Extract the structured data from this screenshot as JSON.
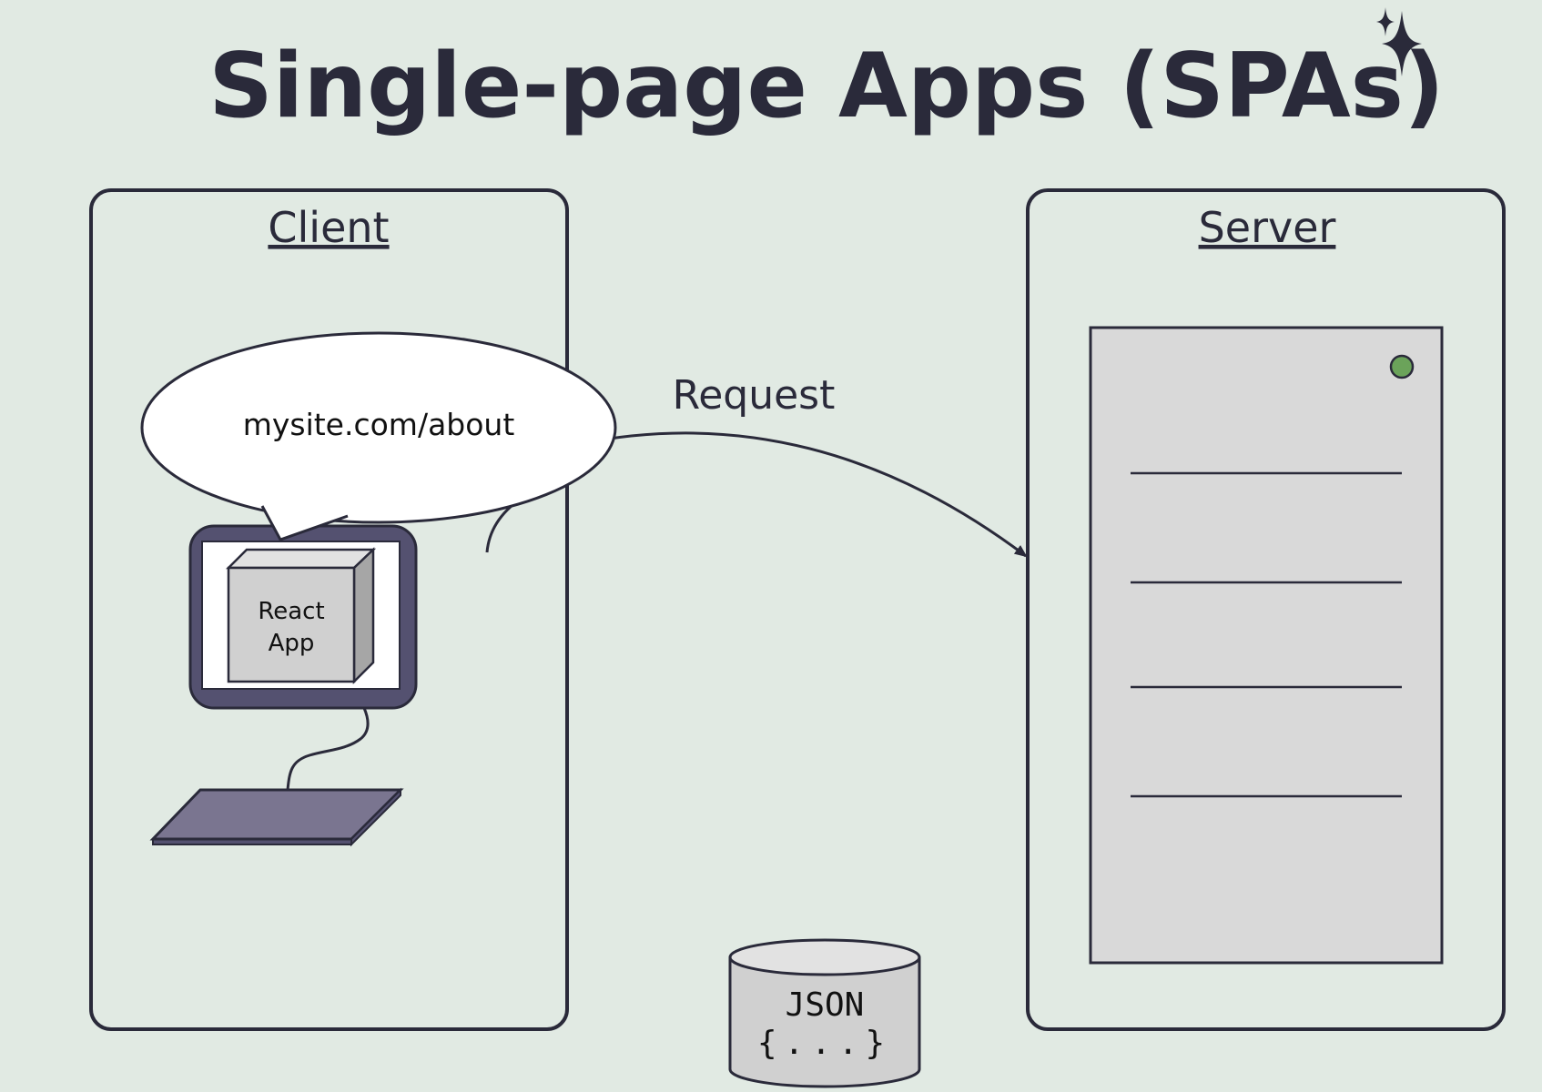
{
  "title": "Single-page Apps (SPAs)",
  "client": {
    "label": "Client",
    "url_bubble": "mysite.com/about",
    "app_line1": "React",
    "app_line2": "App"
  },
  "arrow": {
    "label": "Request"
  },
  "server": {
    "label": "Server",
    "status_light_color": "#6ba35a"
  },
  "database": {
    "line1": "JSON",
    "line2": "{...}"
  },
  "icons": {
    "title_decoration": "sparkle-icon",
    "computer": "monitor-icon",
    "keyboard": "keyboard-icon",
    "server": "server-rack-icon",
    "database": "database-cylinder-icon"
  },
  "colors": {
    "background": "#e1eae3",
    "outline": "#2a2a3a",
    "monitor_frame": "#545170",
    "keyboard": "#7a7590",
    "server_fill": "#d9d9d9"
  }
}
